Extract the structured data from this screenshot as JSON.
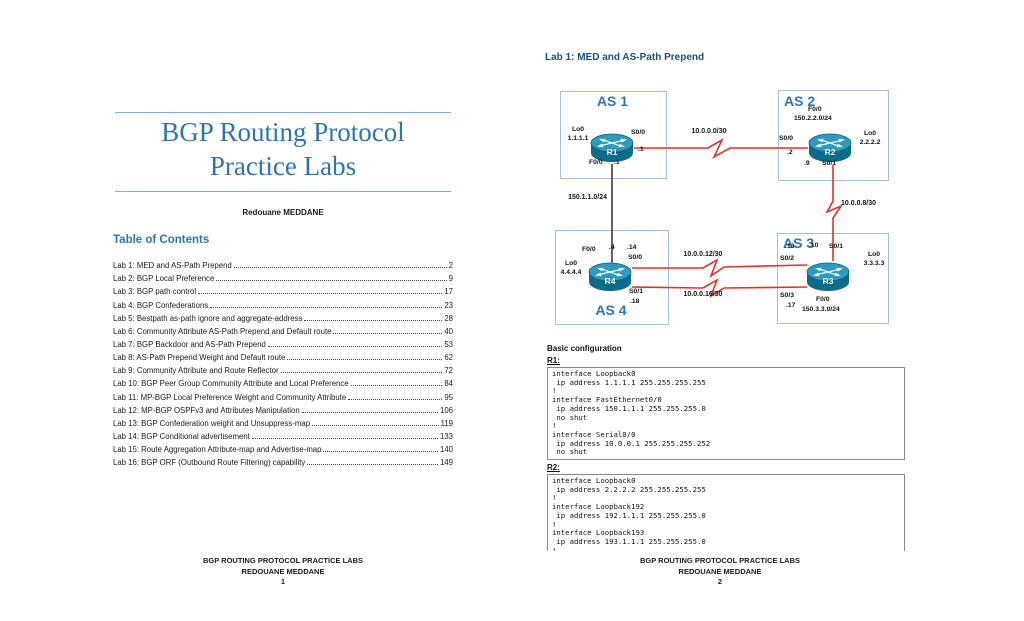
{
  "colors": {
    "accent_blue": "#2E75B6",
    "heading_navy": "#1F4E79",
    "box_border_blue": "#9DC3E6",
    "link_red": "#E03228",
    "router_teal_top": "#2D9BC1",
    "router_teal_body": "#0E6B89"
  },
  "left_page": {
    "title_line1": "BGP Routing Protocol",
    "title_line2": "Practice Labs",
    "author": "Redouane MEDDANE",
    "toc_heading": "Table of Contents",
    "toc": [
      {
        "label": "Lab 1: MED and AS-Path Prepend",
        "page": "2"
      },
      {
        "label": "Lab 2: BGP Local Preference",
        "page": "9"
      },
      {
        "label": "Lab 3: BGP path control",
        "page": "17"
      },
      {
        "label": "Lab 4: BGP Confederations",
        "page": "23"
      },
      {
        "label": "Lab 5: Bestpath as-path ignore and aggregate-address",
        "page": "28"
      },
      {
        "label": "Lab 6: Community Attribute AS-Path Prepend and Default route",
        "page": "40"
      },
      {
        "label": "Lab 7: BGP Backdoor and AS-Path Prepend",
        "page": "53"
      },
      {
        "label": "Lab 8: AS-Path Prepend Weight and Default route",
        "page": "62"
      },
      {
        "label": "Lab 9: Community Attribute and Route Reflector",
        "page": "72"
      },
      {
        "label": "Lab 10: BGP Peer Group Community Attribute and Local Preference",
        "page": "84"
      },
      {
        "label": "Lab 11: MP-BGP Local Preference Weight and Community Attribute",
        "page": "95"
      },
      {
        "label": "Lab 12: MP-BGP OSPFv3 and Attributes Manipulation",
        "page": "106"
      },
      {
        "label": "Lab 13: BGP Confederation weight and Unsuppress-map",
        "page": "119"
      },
      {
        "label": "Lab 14: BGP Conditional advertisement",
        "page": "133"
      },
      {
        "label": "Lab 15: Route Aggregation Attribute-map and Advertise-map",
        "page": "140"
      },
      {
        "label": "Lab 16: BGP ORF (Outbound Route Filtering) capability",
        "page": "149"
      }
    ],
    "footer": {
      "line1": "BGP ROUTING PROTOCOL PRACTICE LABS",
      "line2": "REDOUANE MEDDANE",
      "page": "1"
    }
  },
  "right_page": {
    "heading": "Lab 1: MED and AS-Path Prepend",
    "diagram": {
      "as1": {
        "title": "AS 1",
        "router": "R1",
        "lo0": "Lo0",
        "lo0_ip": "1.1.1.1",
        "s00": "S0/0",
        "s00_ip": ".1",
        "f00": "F0/0",
        "f00_ip": ".1"
      },
      "as2": {
        "title": "AS 2",
        "router": "R2",
        "f00": "F0/0",
        "f00_net": "150.2.2.0/24",
        "s00": "S0/0",
        "s00_ip": ".2",
        "lo0": "Lo0",
        "lo0_ip": "2.2.2.2",
        "s01": "S0/1",
        "s01_ip": ".9"
      },
      "as3": {
        "title": "AS 3",
        "router": "R3",
        "s01": "S0/1",
        "s01_ip": ".10",
        "s02": "S0/2",
        "s02_ip": ".13",
        "lo0": "Lo0",
        "lo0_ip": "3.3.3.3",
        "s03": "S0/3",
        "s03_ip": ".17",
        "f00": "F0/0",
        "f00_net": "150.3.3.0/24"
      },
      "as4": {
        "title": "AS 4",
        "router": "R4",
        "f00": "F0/0",
        "f00_ip": ".4",
        "s00": "S0/0",
        "s00_ip": ".14",
        "lo0": "Lo0",
        "lo0_ip": "4.4.4.4",
        "s01": "S0/1",
        "s01_ip": ".18"
      },
      "links": {
        "r1_r2": "10.0.0.0/30",
        "r2_r3": "10.0.0.8/30",
        "r1_r4": "150.1.1.0/24",
        "r4_r3_top": "10.0.0.12/30",
        "r4_r3_bottom": "10.0.0.16/30"
      }
    },
    "config": {
      "heading": "Basic configuration",
      "r1_label": "R1:",
      "r1_code": "interface Loopback0\n ip address 1.1.1.1 255.255.255.255\n!\ninterface FastEthernet0/0\n ip address 150.1.1.1 255.255.255.0\n no shut\n!\ninterface Serial0/0\n ip address 10.0.0.1 255.255.255.252\n no shut",
      "r2_label": "R2:",
      "r2_code": "interface Loopback0\n ip address 2.2.2.2 255.255.255.255\n!\ninterface Loopback192\n ip address 192.1.1.1 255.255.255.0\n!\ninterface Loopback193\n ip address 193.1.1.1 255.255.255.0\n!"
    },
    "footer": {
      "line1": "BGP ROUTING PROTOCOL PRACTICE LABS",
      "line2": "REDOUANE MEDDANE",
      "page": "2"
    }
  }
}
